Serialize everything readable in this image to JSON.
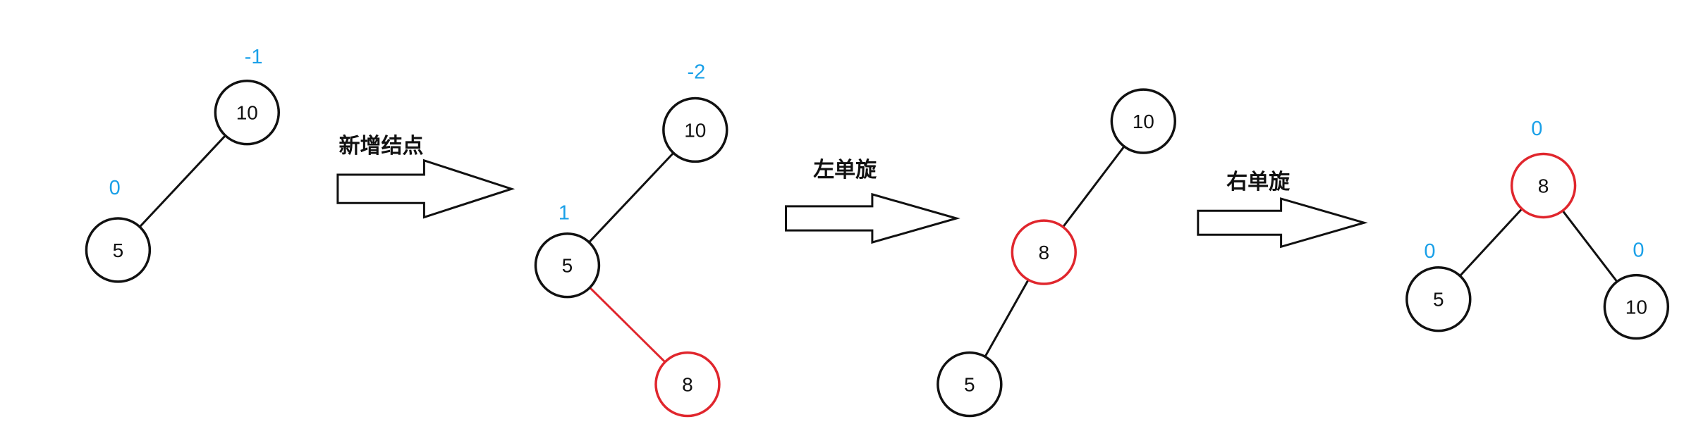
{
  "colors": {
    "black": "#111111",
    "red": "#e0262d",
    "balance_factor": "#1aa0e8"
  },
  "steps": [
    {
      "label": "新增结点"
    },
    {
      "label": "左单旋"
    },
    {
      "label": "右单旋"
    }
  ],
  "trees": [
    {
      "name": "tree-1",
      "nodes": [
        {
          "value": "10",
          "balance_factor": "-1",
          "color": "black"
        },
        {
          "value": "5",
          "balance_factor": "0",
          "color": "black"
        }
      ],
      "edges": [
        {
          "from": "10",
          "to": "5",
          "color": "black"
        }
      ]
    },
    {
      "name": "tree-2",
      "nodes": [
        {
          "value": "10",
          "balance_factor": "-2",
          "color": "black"
        },
        {
          "value": "5",
          "balance_factor": "1",
          "color": "black"
        },
        {
          "value": "8",
          "balance_factor": "",
          "color": "red"
        }
      ],
      "edges": [
        {
          "from": "10",
          "to": "5",
          "color": "black"
        },
        {
          "from": "5",
          "to": "8",
          "color": "red"
        }
      ]
    },
    {
      "name": "tree-3",
      "nodes": [
        {
          "value": "10",
          "balance_factor": "",
          "color": "black"
        },
        {
          "value": "8",
          "balance_factor": "",
          "color": "red"
        },
        {
          "value": "5",
          "balance_factor": "",
          "color": "black"
        }
      ],
      "edges": [
        {
          "from": "10",
          "to": "8",
          "color": "black"
        },
        {
          "from": "8",
          "to": "5",
          "color": "black"
        }
      ]
    },
    {
      "name": "tree-4",
      "nodes": [
        {
          "value": "8",
          "balance_factor": "0",
          "color": "red"
        },
        {
          "value": "5",
          "balance_factor": "0",
          "color": "black"
        },
        {
          "value": "10",
          "balance_factor": "0",
          "color": "black"
        }
      ],
      "edges": [
        {
          "from": "8",
          "to": "5",
          "color": "black"
        },
        {
          "from": "8",
          "to": "10",
          "color": "black"
        }
      ]
    }
  ]
}
